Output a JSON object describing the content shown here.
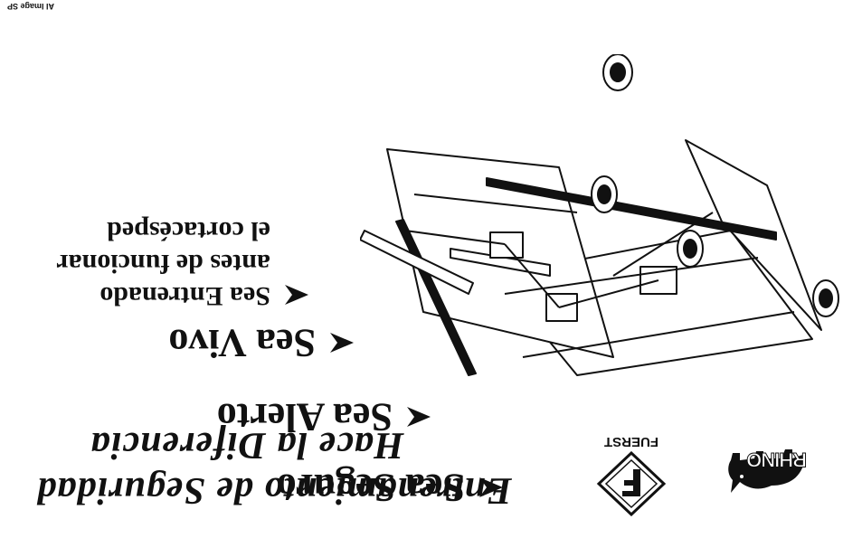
{
  "heading": {
    "line1": "Entrenamiento de Seguridad",
    "line2": "Hace la Diferencia"
  },
  "logos": {
    "rhino": "RHINO",
    "fuerst": "FUERST",
    "registered": "®"
  },
  "bullets": [
    {
      "lines": [
        "Sea Entrenado",
        "antes de funcionar",
        "el cortacésped"
      ]
    },
    {
      "lines": [
        "Sea Vivo"
      ]
    },
    {
      "lines": [
        "Sea Alerto"
      ]
    },
    {
      "lines": [
        "Sea Seguro"
      ]
    }
  ],
  "footer": {
    "caption": "AI Image SP"
  },
  "colors": {
    "ink": "#111111",
    "paper": "#ffffff"
  },
  "icons": [
    "arrowhead-bullet-icon",
    "rhino-logo-icon",
    "fuerst-logo-icon",
    "rotary-mower-illustration"
  ]
}
